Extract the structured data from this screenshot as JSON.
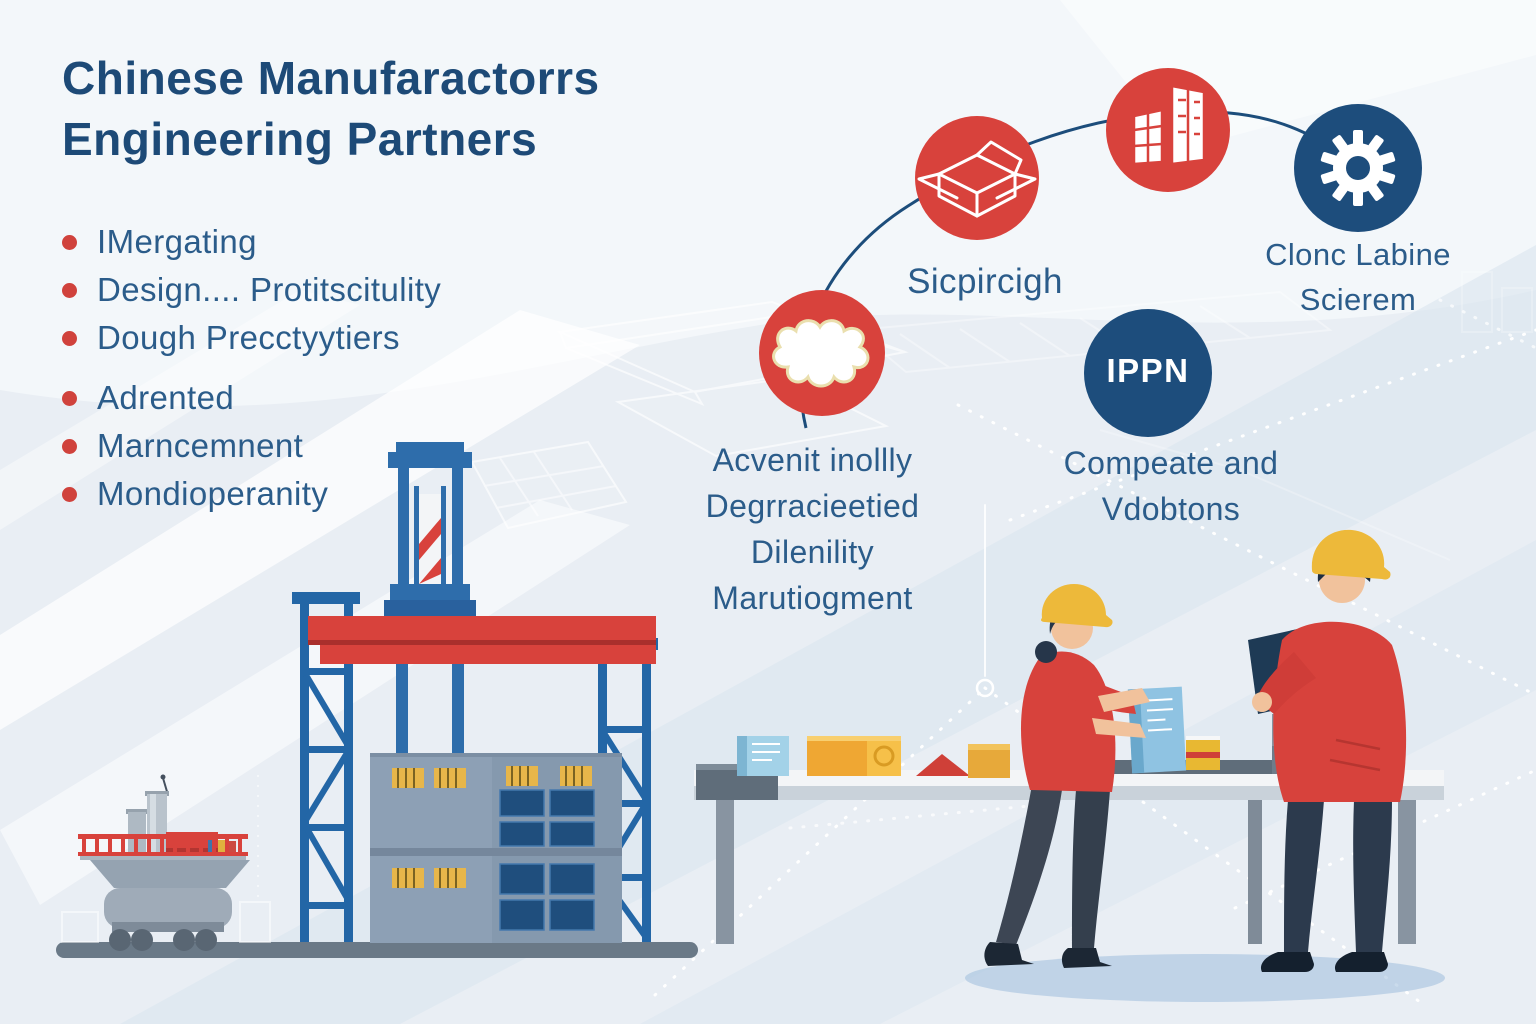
{
  "title": {
    "line1": "Chinese Manufaractorrs",
    "line2": "Engineering Partners"
  },
  "bullets": {
    "group1": [
      "IMergating",
      "Design.... Protitscitulity",
      "Dough Precctyytiers"
    ],
    "group2": [
      "Adrented",
      "Marncemnent",
      "Mondioperanity"
    ]
  },
  "nodes": {
    "shipping": {
      "icon": "open-box-icon",
      "label": "Sicpircigh"
    },
    "factory": {
      "icon": "buildings-icon"
    },
    "machine": {
      "icon": "gear-icon",
      "label_line1": "Clonc Labine",
      "label_line2": "Scierem"
    },
    "process": {
      "icon": "puzzle-icon",
      "label_line1": "Acvenit inollly",
      "label_line2": "Degrracieetied",
      "label_line3": "Dilenility",
      "label_line4": "Marutiogment"
    },
    "ippn": {
      "badge": "IPPN",
      "label_line1": "Compeate and",
      "label_line2": "Vdobtons"
    }
  },
  "colors": {
    "background": "#e9eef4",
    "title_navy": "#1d4a77",
    "body_blue": "#2b5c8a",
    "accent_red": "#d8423c",
    "node_navy": "#1d4d7c",
    "crane_blue": "#2e6dab",
    "building_gray": "#8da0b5",
    "hat_yellow": "#edb93a"
  }
}
